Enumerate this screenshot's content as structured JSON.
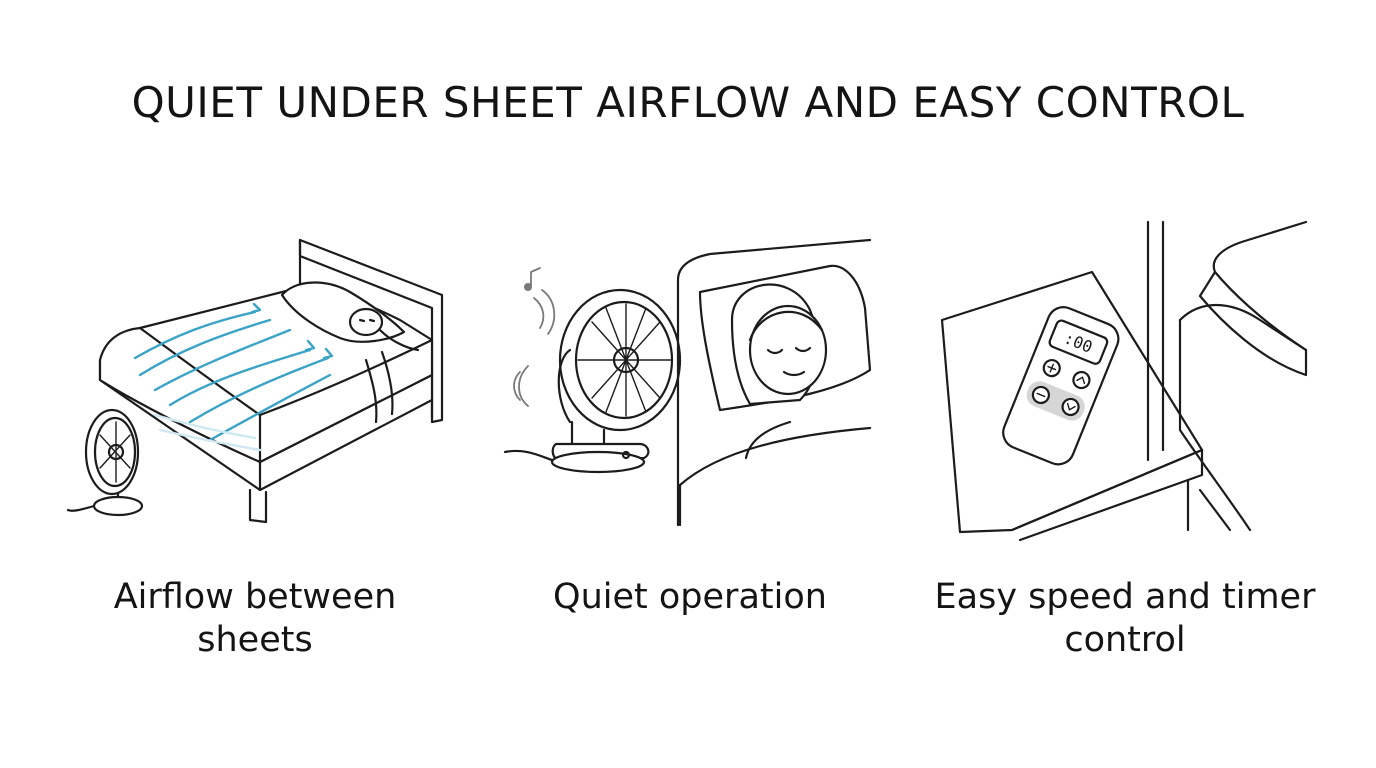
{
  "title": "QUIET UNDER SHEET AIRFLOW AND EASY CONTROL",
  "colors": {
    "ink": "#1c1c1c",
    "airflow": "#3aa3c7",
    "airflow_light": "#cfe8f2",
    "remote_button_highlight": "#d6d6d6",
    "background": "#ffffff"
  },
  "panels": [
    {
      "caption": "Airflow between sheets",
      "illustration": "bed-with-fan-blowing-under-sheets-icon"
    },
    {
      "caption": "Quiet operation",
      "illustration": "quiet-fan-beside-sleeping-person-icon"
    },
    {
      "caption": "Easy speed and timer control",
      "illustration": "remote-on-nightstand-icon",
      "remote_display": ":00"
    }
  ]
}
